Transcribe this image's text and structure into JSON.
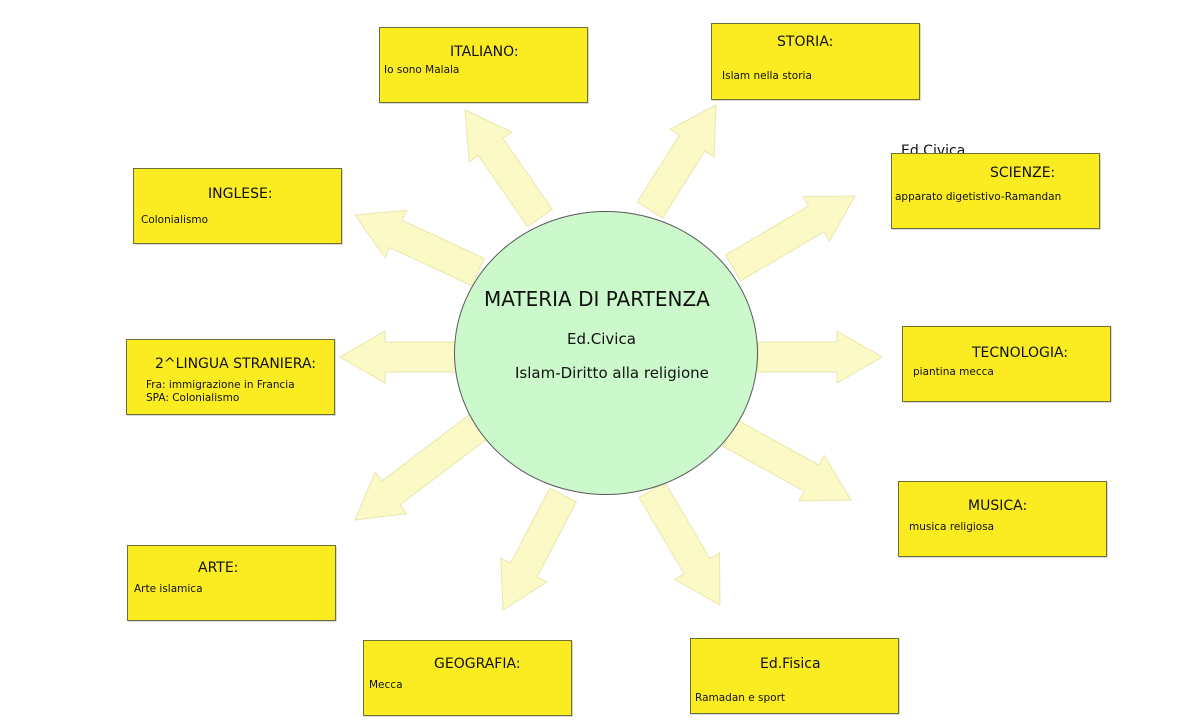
{
  "center": {
    "title": "MATERIA DI PARTENZA",
    "subject": "Ed.Civica",
    "topic": "Islam-Diritto alla religione"
  },
  "colors": {
    "box_fill": "#fbec22",
    "circle_fill": "#ccf9cc",
    "arrow_fill": "#fbf9c6"
  },
  "boxes": {
    "italiano": {
      "title": "ITALIANO:",
      "text": "Io sono Malala"
    },
    "storia": {
      "title": "STORIA:",
      "text": "Islam nella storia"
    },
    "inglese": {
      "title": "INGLESE:",
      "text": "Colonialismo"
    },
    "scienze": {
      "label": "Ed.Civica",
      "title": "SCIENZE:",
      "text": "apparato digetistivo-Ramandan"
    },
    "lingua": {
      "title": "2^LINGUA STRANIERA:",
      "line1": "Fra: immigrazione in Francia",
      "line2": "SPA: Colonialismo"
    },
    "tecnologia": {
      "title": "TECNOLOGIA:",
      "text": "piantina mecca"
    },
    "musica": {
      "title": "MUSICA:",
      "text": "musica religiosa"
    },
    "arte": {
      "title": "ARTE:",
      "text": "Arte islamica"
    },
    "geografia": {
      "title": "GEOGRAFIA:",
      "text": "Mecca"
    },
    "fisica": {
      "title": "Ed.Fisica",
      "text": "Ramadan e sport"
    }
  }
}
